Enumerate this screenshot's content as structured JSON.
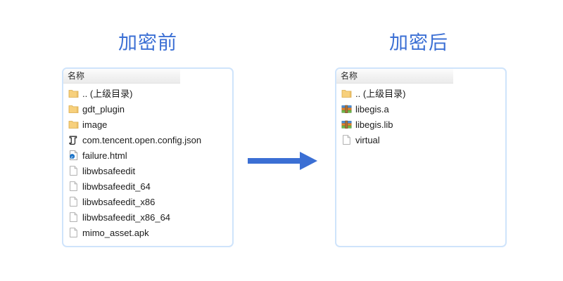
{
  "headings": {
    "before": "加密前",
    "after": "加密后"
  },
  "colors": {
    "heading": "#3b6fd4",
    "arrow": "#3b6fd4",
    "panel_border": "#cfe4fb",
    "folder": "#f6d17a",
    "text": "#1b1b1b"
  },
  "panel_before": {
    "column_header": "名称",
    "items": [
      {
        "name": ".. (上级目录)",
        "icon": "folder-icon"
      },
      {
        "name": "gdt_plugin",
        "icon": "folder-icon"
      },
      {
        "name": "image",
        "icon": "folder-icon"
      },
      {
        "name": "com.tencent.open.config.json",
        "icon": "script-file-icon"
      },
      {
        "name": "failure.html",
        "icon": "internet-explorer-icon"
      },
      {
        "name": "libwbsafeedit",
        "icon": "generic-file-icon"
      },
      {
        "name": "libwbsafeedit_64",
        "icon": "generic-file-icon"
      },
      {
        "name": "libwbsafeedit_x86",
        "icon": "generic-file-icon"
      },
      {
        "name": "libwbsafeedit_x86_64",
        "icon": "generic-file-icon"
      },
      {
        "name": "mimo_asset.apk",
        "icon": "generic-file-icon"
      }
    ]
  },
  "panel_after": {
    "column_header": "名称",
    "items": [
      {
        "name": ".. (上级目录)",
        "icon": "folder-icon"
      },
      {
        "name": "libegis.a",
        "icon": "archive-file-icon"
      },
      {
        "name": "libegis.lib",
        "icon": "archive-file-icon"
      },
      {
        "name": "virtual",
        "icon": "generic-file-icon"
      }
    ]
  },
  "arrow": {
    "icon": "right-arrow-icon",
    "direction": "right"
  }
}
